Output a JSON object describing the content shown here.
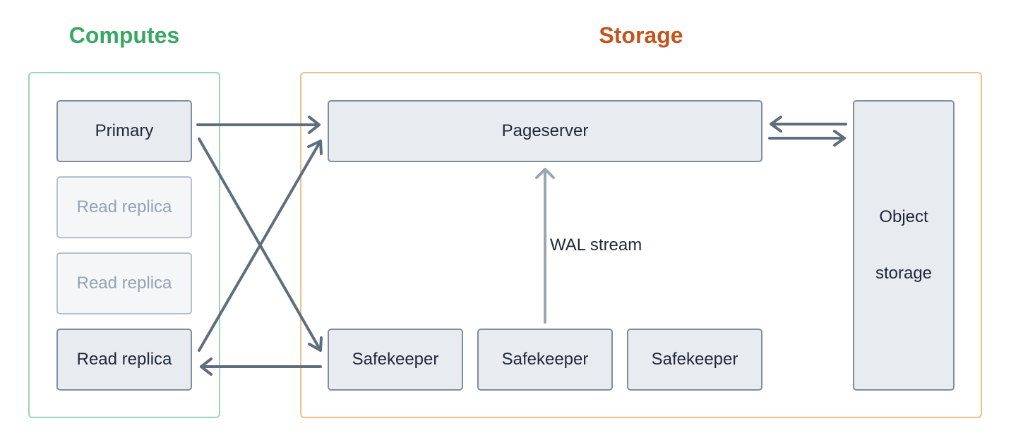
{
  "titles": {
    "computes": "Computes",
    "storage": "Storage"
  },
  "computes": {
    "primary": "Primary",
    "read_replica_1": "Read replica",
    "read_replica_2": "Read replica",
    "read_replica_3": "Read replica"
  },
  "storage": {
    "pageserver": "Pageserver",
    "safekeeper_1": "Safekeeper",
    "safekeeper_2": "Safekeeper",
    "safekeeper_3": "Safekeeper",
    "object_storage_line1": "Object",
    "object_storage_line2": "storage"
  },
  "edges": {
    "wal_stream": "WAL stream"
  },
  "colors": {
    "computes_accent": "#3aa864",
    "storage_accent": "#c4531e",
    "arrow": "#5f6e7c",
    "wal_arrow": "#9aa6b2"
  }
}
